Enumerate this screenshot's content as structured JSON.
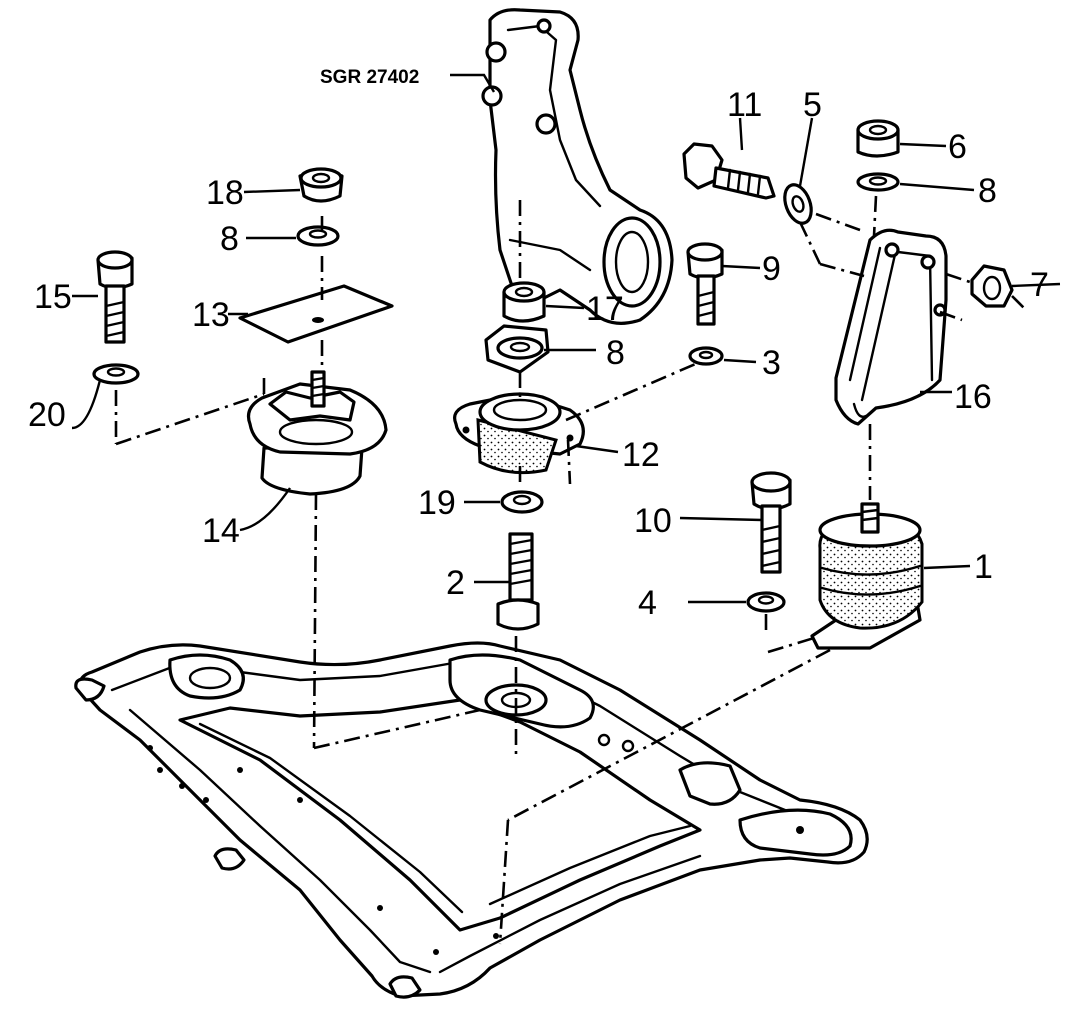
{
  "reference": "SGR 27402",
  "labels": {
    "p1": "1",
    "p2": "2",
    "p3": "3",
    "p4": "4",
    "p5": "5",
    "p6": "6",
    "p7": "7",
    "p8a": "8",
    "p8b": "8",
    "p8c": "8",
    "p9": "9",
    "p10": "10",
    "p11": "11",
    "p12": "12",
    "p13": "13",
    "p14": "14",
    "p15": "15",
    "p16": "16",
    "p17": "17",
    "p18": "18",
    "p19": "19",
    "p20": "20"
  }
}
